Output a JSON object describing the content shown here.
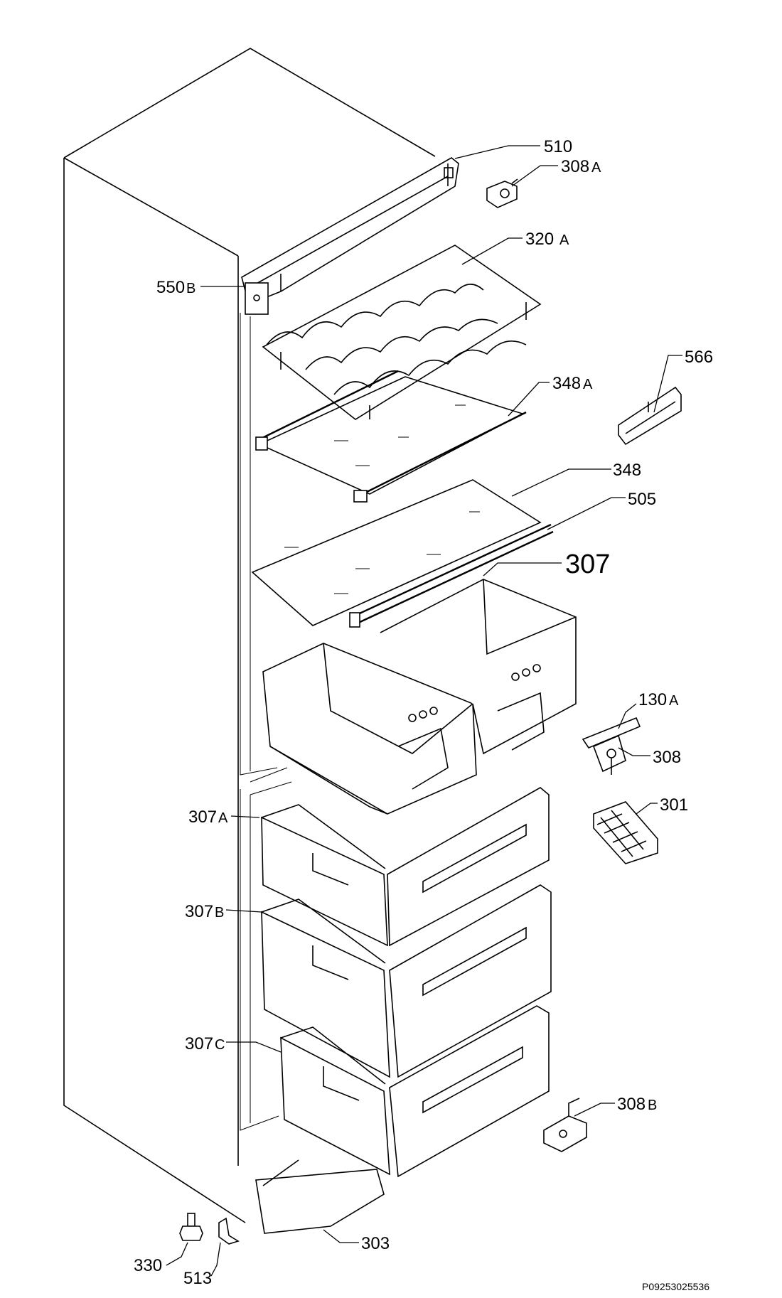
{
  "callouts": {
    "c510": "510",
    "c308A": {
      "num": "308",
      "suffix": "A"
    },
    "c320A": {
      "num": "320",
      "suffix": "A"
    },
    "c550B": {
      "num": "550",
      "suffix": "B"
    },
    "c566": "566",
    "c348A": {
      "num": "348",
      "suffix": "A"
    },
    "c348": "348",
    "c505": "505",
    "c307": "307",
    "c130A": {
      "num": "130",
      "suffix": "A"
    },
    "c308": "308",
    "c301": "301",
    "c307A": {
      "num": "307",
      "suffix": "A"
    },
    "c307B": {
      "num": "307",
      "suffix": "B"
    },
    "c307C": {
      "num": "307",
      "suffix": "C"
    },
    "c308B": {
      "num": "308",
      "suffix": "B"
    },
    "c303": "303",
    "c330": "330",
    "c513": "513"
  },
  "document_id": "P09253025536"
}
